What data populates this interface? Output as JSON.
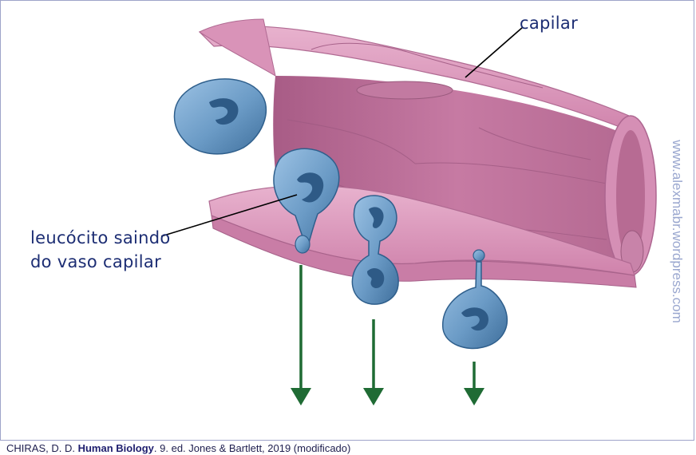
{
  "labels": {
    "capilar": "capilar",
    "leukocyte_line1": "leucócito saindo",
    "leukocyte_line2": "do vaso capilar"
  },
  "watermark": "www.alexmabr.wordpress.com",
  "caption": {
    "authors": "CHIRAS, D. D. ",
    "title": "Human Biology",
    "rest": ". 9. ed. Jones & Bartlett, 2019 (modificado)"
  },
  "colors": {
    "vessel_wall": "#d98db4",
    "vessel_light": "#e9b3cf",
    "vessel_interior": "#b96d96",
    "leukocyte": "#6b9bc6",
    "nucleus": "#2e5a86",
    "arrow": "#1f6b34",
    "label_text": "#1c2d73",
    "watermark": "#9aa7cf"
  }
}
